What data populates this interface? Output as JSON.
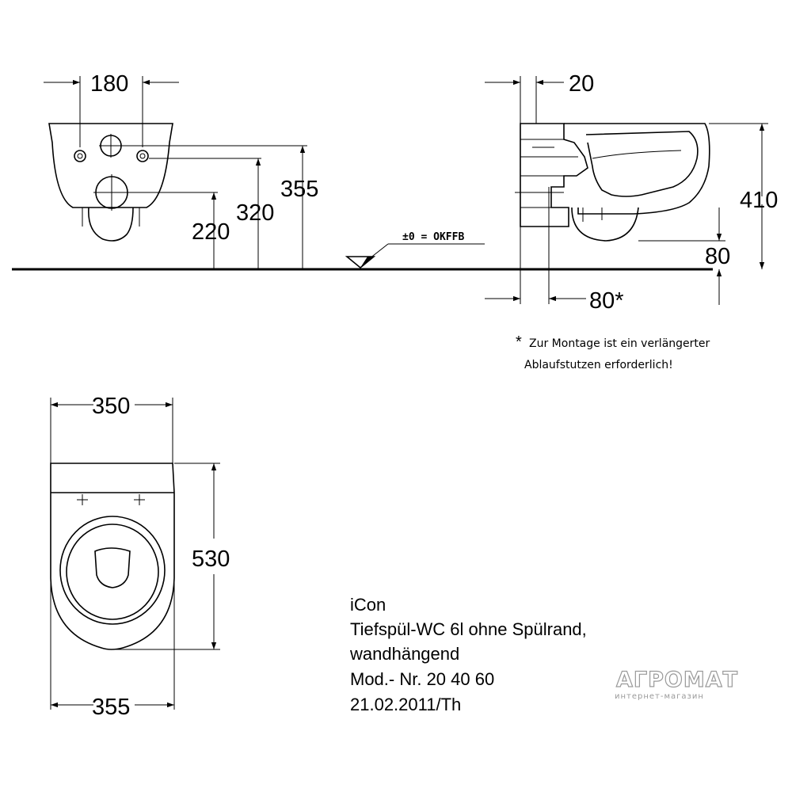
{
  "dimensions": {
    "front_width": "180",
    "front_h_220": "220",
    "front_h_320": "320",
    "front_h_355": "355",
    "side_top": "20",
    "side_height": "410",
    "side_drop": "80",
    "side_wall": "80*"
  },
  "floor_label": "±0 = OKFFB",
  "note": {
    "star": "*",
    "line1": "Zur Montage ist ein verlängerter",
    "line2": "Ablaufstutzen erforderlich!"
  },
  "plan_dimensions": {
    "top_width": "350",
    "depth": "530",
    "bottom_width": "355"
  },
  "title_block": {
    "line1": "iCon",
    "line2": "Tiefspül-WC 6l ohne Spülrand,",
    "line3": "wandhängend",
    "line4": "Mod.- Nr. 20 40 60",
    "line5": "21.02.2011/Th"
  },
  "watermark": {
    "brand": "АГРОМАТ",
    "tagline": "интернет-магазин"
  }
}
